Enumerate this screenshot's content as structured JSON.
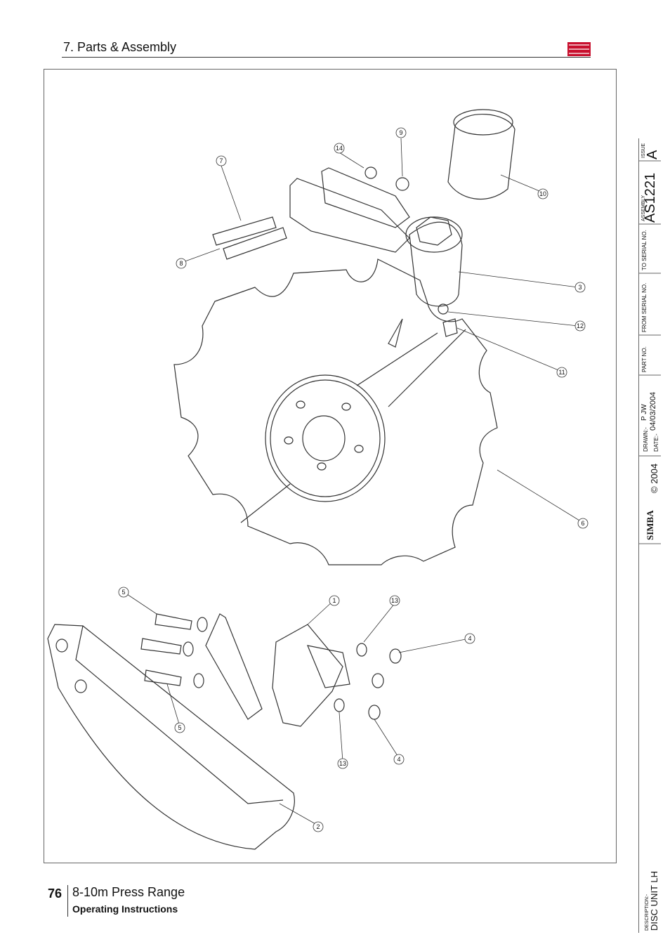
{
  "header": {
    "section_title": "7. Parts & Assembly"
  },
  "title_block": {
    "issue_label": "ISSUE",
    "issue_value": "A",
    "assembly_label": "ASSEMBLY",
    "assembly_value": "AS1221",
    "to_serial_label": "TO SERIAL NO.",
    "from_serial_label": "FROM SERIAL NO.",
    "part_no_label": "PART NO.",
    "drawn_label": "DRAWN:-",
    "drawn_value": "P JW",
    "date_label": "DATE:-",
    "date_value": "04/03/2004",
    "brand": "SIMBA",
    "copyright": "© 2004",
    "description_label": "DESCRIPTION:-",
    "description_value": "DISC UNIT LH"
  },
  "callouts": [
    "14",
    "9",
    "7",
    "10",
    "8",
    "3",
    "12",
    "11",
    "6",
    "5",
    "1",
    "13",
    "4",
    "5",
    "13",
    "4",
    "2"
  ],
  "footer": {
    "page_number": "76",
    "product": "8-10m Press Range",
    "doc_type": "Operating Instructions"
  },
  "colors": {
    "logo_red": "#c8102e",
    "line": "#333333"
  }
}
